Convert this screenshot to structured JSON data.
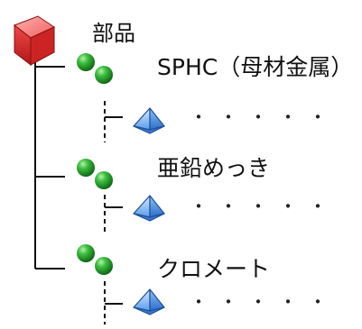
{
  "root": {
    "label": "部品",
    "icon": "red-cube-icon"
  },
  "materials": [
    {
      "label": "SPHC（母材金属）",
      "icon": "green-spheres-icon",
      "child": {
        "icon": "blue-pyramid-icon",
        "text": "・・・・・"
      }
    },
    {
      "label": "亜鉛めっき",
      "icon": "green-spheres-icon",
      "child": {
        "icon": "blue-pyramid-icon",
        "text": "・・・・・"
      }
    },
    {
      "label": "クロメート",
      "icon": "green-spheres-icon",
      "child": {
        "icon": "blue-pyramid-icon",
        "text": "・・・・・"
      }
    }
  ],
  "colors": {
    "cube": "#e83838",
    "sphere": "#22a028",
    "pyramid": "#5aa0e8",
    "line": "#111111"
  }
}
